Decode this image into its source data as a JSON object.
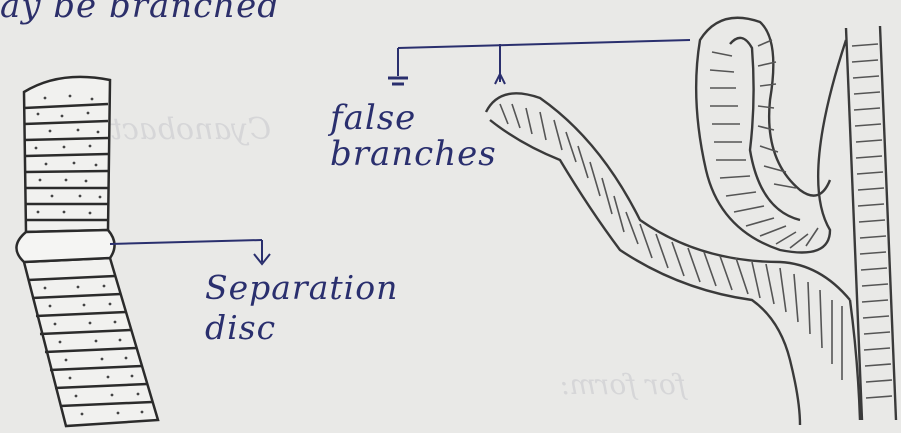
{
  "header": {
    "partial_text": "ay be branched"
  },
  "labels": {
    "false_branches": "false\nbranches",
    "separation_disc": "Separation\ndisc"
  },
  "ghost_text": {
    "show_through_1": "Cyanobact",
    "show_through_2": "for form:"
  },
  "colors": {
    "paper": "#e9e9e7",
    "ink_blue": "#2a2f6e",
    "pencil": "#3a3a3a",
    "shading": "#555555"
  }
}
